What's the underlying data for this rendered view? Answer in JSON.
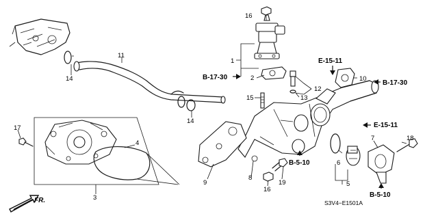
{
  "diagram": {
    "part_numbers": {
      "p1": "1",
      "p2": "2",
      "p3": "3",
      "p4": "4",
      "p5": "5",
      "p6": "6",
      "p7": "7",
      "p8": "8",
      "p9": "9",
      "p10": "10",
      "p11": "11",
      "p12": "12",
      "p13": "13",
      "p14a": "14",
      "p14b": "14",
      "p15": "15",
      "p16a": "16",
      "p16b": "16",
      "p17": "17",
      "p18": "18",
      "p19": "19"
    },
    "references": {
      "b1730_left": "B-17-30",
      "e1511_top": "E-15-11",
      "b1730_right": "B-17-30",
      "e1511_mid": "E-15-11",
      "b510_left": "B-5-10",
      "b510_right": "B-5-10"
    },
    "direction_label": "FR.",
    "diagram_code": "S3V4−E1501A"
  }
}
